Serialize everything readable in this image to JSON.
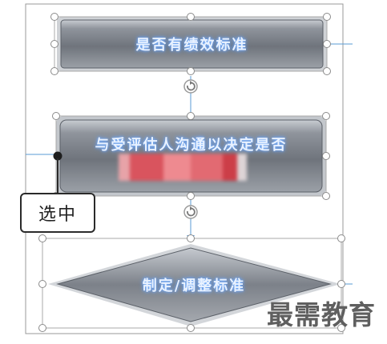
{
  "flowchart": {
    "box1_text": "是否有绩效标准",
    "box2_text": "与受评估人沟通以决定是否",
    "diamond_text": "制定/调整标准"
  },
  "callout": {
    "label": "选中"
  },
  "watermark": {
    "text": "最需教育"
  },
  "colors": {
    "shape_fill": "#7d828a",
    "connector": "#5a9bd5",
    "handle_border": "#8a8a8a",
    "glow_text": "#e9f2ff",
    "redaction": "#e0545c"
  },
  "icons": {
    "rotate": "rotate-icon"
  }
}
